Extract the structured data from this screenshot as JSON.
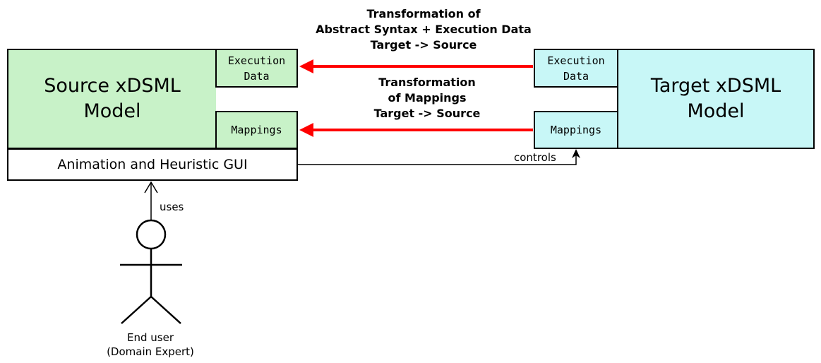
{
  "source_model": {
    "title_line1": "Source xDSML",
    "title_line2": "Model",
    "execution_data_line1": "Execution",
    "execution_data_line2": "Data",
    "mappings": "Mappings"
  },
  "target_model": {
    "title_line1": "Target xDSML",
    "title_line2": "Model",
    "execution_data_line1": "Execution",
    "execution_data_line2": "Data",
    "mappings": "Mappings"
  },
  "gui": {
    "label": "Animation and Heuristic GUI"
  },
  "transformations": {
    "top_line1": "Transformation of",
    "top_line2": "Abstract Syntax + Execution Data",
    "top_line3": "Target -> Source",
    "middle_line1": "Transformation",
    "middle_line2": "of Mappings",
    "middle_line3": "Target -> Source"
  },
  "edges": {
    "controls": "controls",
    "uses": "uses"
  },
  "actor": {
    "line1": "End user",
    "line2": "(Domain Expert)"
  },
  "colors": {
    "source_fill": "#c8f2c8",
    "target_fill": "#c8f7f7",
    "transformation_arrow": "#ff0000"
  }
}
